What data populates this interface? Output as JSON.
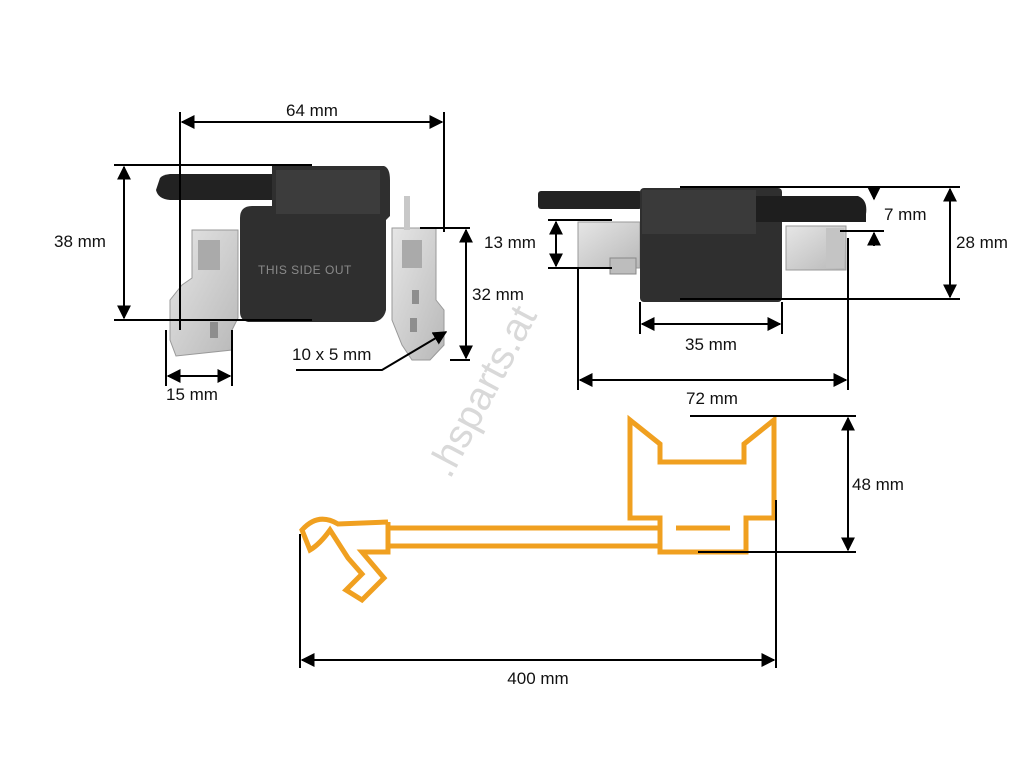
{
  "watermark": ".hsparts.at",
  "body_stamp": "THIS SIDE OUT",
  "colors": {
    "coil_body": "#2f2f2f",
    "coil_body_shade": "#3c3c3c",
    "bracket": "#d2d2d2",
    "dimension_line": "#000000",
    "outline_drawing": "#f0a020"
  },
  "front_view": {
    "width_label": "64 mm",
    "height_label": "38 mm",
    "bracket_height_label": "32 mm",
    "tab_width_label": "15 mm",
    "slot_label": "10 x 5 mm"
  },
  "side_view": {
    "cable_offset_label": "7 mm",
    "body_height_label": "28 mm",
    "bracket_height_label": "13 mm",
    "body_depth_label": "35 mm",
    "overall_depth_label": "72 mm"
  },
  "outline_view": {
    "height_label": "48 mm",
    "cable_length_label": "400 mm"
  }
}
